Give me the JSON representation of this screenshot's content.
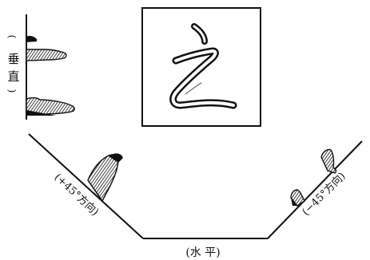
{
  "character": "之",
  "labels": {
    "vertical": [
      "(",
      "垂",
      "直",
      ")"
    ],
    "plus45": "(+45°方向)",
    "minus45": "(−45°方向)",
    "horizontal": "(水 平)"
  }
}
